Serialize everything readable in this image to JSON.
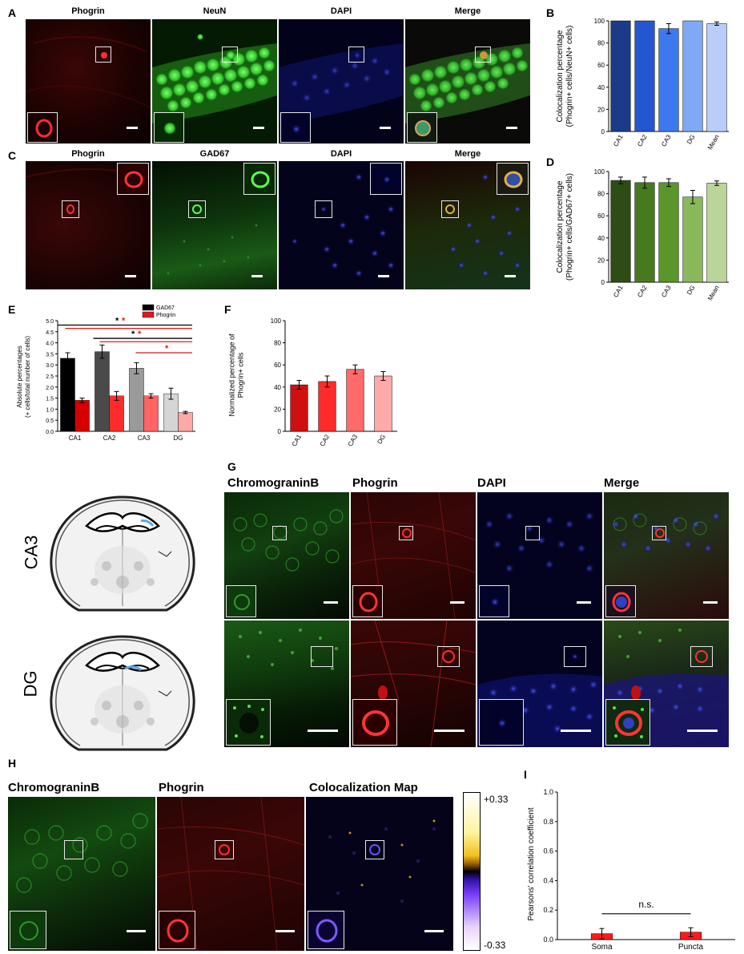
{
  "panel_letters": {
    "A": "A",
    "B": "B",
    "C": "C",
    "D": "D",
    "E": "E",
    "F": "F",
    "G": "G",
    "H": "H",
    "I": "I"
  },
  "row_a_titles": [
    "Phogrin",
    "NeuN",
    "DAPI",
    "Merge"
  ],
  "row_c_titles": [
    "Phogrin",
    "GAD67",
    "DAPI",
    "Merge"
  ],
  "row_g_titles": [
    "ChromograninB",
    "Phogrin",
    "DAPI",
    "Merge"
  ],
  "row_h_titles": [
    "ChromograninB",
    "Phogrin",
    "Colocalization Map"
  ],
  "brain_labels": [
    "CA3",
    "DG"
  ],
  "colorbar": {
    "top": "+0.33",
    "bottom": "-0.33"
  },
  "colors": {
    "red": "#e3161b",
    "green": "#3fc23a",
    "blue": "#2d35c8"
  },
  "chart_data": [
    {
      "id": "B",
      "type": "bar",
      "categories": [
        "CA1",
        "CA2",
        "CA3",
        "DG",
        "Mean"
      ],
      "values": [
        100,
        100,
        93,
        100,
        97.5
      ],
      "errors": [
        0,
        0,
        4.5,
        0,
        1.5
      ],
      "colors": [
        "#1b3a8a",
        "#2456d0",
        "#3c79ee",
        "#7fa9f5",
        "#b9cdfb"
      ],
      "ylabel": "Colocalization percentage\n(Phogrin+ cells/NeuN+ cells)",
      "ylim": [
        0,
        100
      ],
      "yticks": [
        0,
        20,
        40,
        60,
        80,
        100
      ]
    },
    {
      "id": "D",
      "type": "bar",
      "categories": [
        "CA1",
        "CA2",
        "CA3",
        "DG",
        "Mean"
      ],
      "values": [
        92,
        90,
        90,
        77,
        89.5
      ],
      "errors": [
        3,
        5,
        3.5,
        6,
        2
      ],
      "colors": [
        "#2e4c16",
        "#477a1f",
        "#5a9629",
        "#89b85a",
        "#b9d59a"
      ],
      "ylabel": "Colocalization percentage\n(Phogrin+ cells/GAD67+ cells)",
      "ylim": [
        0,
        100
      ],
      "yticks": [
        0,
        20,
        40,
        60,
        80,
        100
      ]
    },
    {
      "id": "E",
      "type": "bar",
      "categories": [
        "CA1",
        "CA2",
        "CA3",
        "DG"
      ],
      "series": [
        {
          "name": "GAD67",
          "values": [
            3.3,
            3.6,
            2.85,
            1.7
          ],
          "errors": [
            0.25,
            0.3,
            0.25,
            0.25
          ],
          "colors": [
            "#000000",
            "#4a4a4a",
            "#9a9a9a",
            "#d5d5d5"
          ]
        },
        {
          "name": "Phogrin",
          "values": [
            1.4,
            1.6,
            1.6,
            0.85
          ],
          "errors": [
            0.1,
            0.2,
            0.1,
            0.05
          ],
          "colors": [
            "#d60000",
            "#ff2b2b",
            "#ff6464",
            "#ffa8a8"
          ]
        }
      ],
      "legend_colors": [
        "#000000",
        "#e3161b"
      ],
      "ylabel": "Absolute percentages\n(+ cells/total number of cells)",
      "ylim": [
        0,
        5
      ],
      "yticks": [
        0,
        0.5,
        1.0,
        1.5,
        2.0,
        2.5,
        3.0,
        3.5,
        4.0,
        4.5,
        5.0
      ],
      "ytick_labels": [
        "0.0",
        "0.5",
        "1.0",
        "1.5",
        "2.0",
        "2.5",
        "3.0",
        "3.5",
        "4.0",
        "4.5",
        "5.0"
      ],
      "annotation_star": "*"
    },
    {
      "id": "F",
      "type": "bar",
      "categories": [
        "CA1",
        "CA2",
        "CA3",
        "DG"
      ],
      "values": [
        42,
        45,
        56,
        50
      ],
      "errors": [
        4,
        5,
        4,
        4
      ],
      "colors": [
        "#d01010",
        "#ff2a2a",
        "#ff6a6a",
        "#ffaaaa"
      ],
      "ylabel": "Normalized percentage of\nPhogrin+ cells",
      "ylim": [
        0,
        100
      ],
      "yticks": [
        0,
        20,
        40,
        60,
        80,
        100
      ]
    },
    {
      "id": "I",
      "type": "bar",
      "categories": [
        "Soma",
        "Puncta"
      ],
      "values": [
        0.04,
        0.05
      ],
      "errors": [
        0.035,
        0.03
      ],
      "colors": [
        "#ff1a1a",
        "#ff1a1a"
      ],
      "ylabel": "Pearsons' correlation coefficient",
      "ylim": [
        0,
        1.0
      ],
      "yticks": [
        0,
        0.2,
        0.4,
        0.6,
        0.8,
        1.0
      ],
      "ytick_labels": [
        "0.0",
        "0.2",
        "0.4",
        "0.6",
        "0.8",
        "1.0"
      ],
      "annotation": "n.s."
    }
  ]
}
